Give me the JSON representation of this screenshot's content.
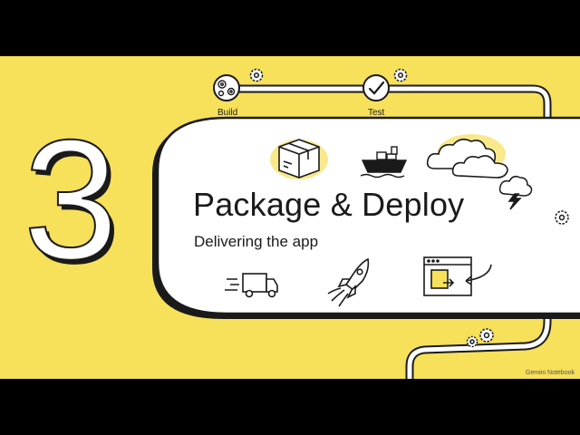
{
  "slide": {
    "step_number": "3",
    "title": "Package & Deploy",
    "subtitle": "Delivering the app",
    "pipeline": [
      {
        "label": "Build",
        "icon": "gears-icon"
      },
      {
        "label": "Test",
        "icon": "checkmark-icon"
      }
    ],
    "illustrations": [
      "package-box-icon",
      "cargo-ship-icon",
      "clouds-icon",
      "lightning-cloud-icon",
      "delivery-truck-icon",
      "rocket-icon",
      "browser-deploy-icon"
    ],
    "watermark": "Gemini Notebook"
  },
  "colors": {
    "background": "#f7e05a",
    "letterbox": "#000000",
    "card": "#ffffff",
    "ink": "#1a1a1a"
  }
}
